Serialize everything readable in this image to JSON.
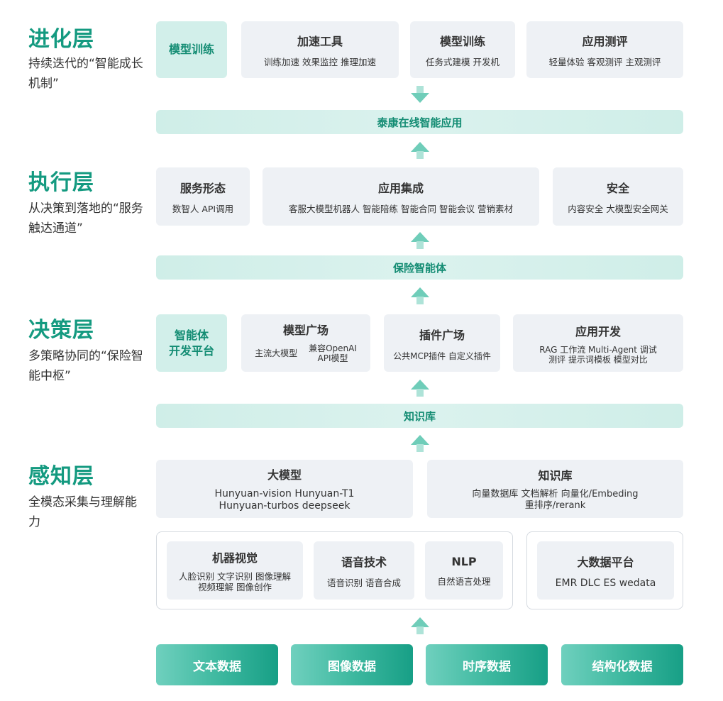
{
  "layers": {
    "evolution": {
      "title": "进化层",
      "desc": "持续迭代的“智能成长机制”"
    },
    "execution": {
      "title": "执行层",
      "desc": "从决策到落地的“服务触达通道”"
    },
    "decision": {
      "title": "决策层",
      "desc": "多策略协同的“保险智能中枢”"
    },
    "perception": {
      "title": "感知层",
      "desc": "全模态采集与理解能力"
    }
  },
  "evolution_row": {
    "accent": "模型训练",
    "cards": [
      {
        "title": "加速工具",
        "sub": "训练加速  效果监控  推理加速"
      },
      {
        "title": "模型训练",
        "sub": "任务式建模  开发机"
      },
      {
        "title": "应用测评",
        "sub": "轻量体验  客观测评  主观测评"
      }
    ]
  },
  "band_app": "泰康在线智能应用",
  "execution_row": {
    "cards": [
      {
        "title": "服务形态",
        "sub": "数智人  API调用"
      },
      {
        "title": "应用集成",
        "sub": "客服大模型机器人  智能陪练  智能合同  智能会议  营销素材"
      },
      {
        "title": "安全",
        "sub": "内容安全  大模型安全网关"
      }
    ]
  },
  "band_agent": "保险智能体",
  "decision_row": {
    "accent_line1": "智能体",
    "accent_line2": "开发平台",
    "model_square": {
      "title": "模型广场",
      "item1": "主流大模型",
      "item2_line1": "兼容OpenAI",
      "item2_line2": "API模型"
    },
    "plugin_square": {
      "title": "插件广场",
      "sub": "公共MCP插件  自定义插件"
    },
    "app_dev": {
      "title": "应用开发",
      "line1": "RAG  工作流  Multi-Agent  调试",
      "line2": "测评  提示词模板  模型对比"
    }
  },
  "band_kb": "知识库",
  "perception_row": {
    "llm": {
      "title": "大模型",
      "line1": "Hunyuan-vision  Hunyuan-T1",
      "line2": "Hunyuan-turbos  deepseek"
    },
    "kb": {
      "title": "知识库",
      "line1": "向量数据库  文档解析  向量化/Embeding",
      "line2": "重排序/rerank"
    }
  },
  "capabilities": {
    "vision": {
      "title": "机器视觉",
      "line1": "人脸识别  文字识别  图像理解",
      "line2": "视频理解  图像创作"
    },
    "speech": {
      "title": "语音技术",
      "sub": "语音识别  语音合成"
    },
    "nlp": {
      "title": "NLP",
      "sub": "自然语言处理"
    },
    "bigdata": {
      "title": "大数据平台",
      "sub": "EMR  DLC  ES  wedata"
    }
  },
  "data_sources": [
    "文本数据",
    "图像数据",
    "时序数据",
    "结构化数据"
  ],
  "colors": {
    "brand_green": "#149a80",
    "accent_bg": "#d2efea",
    "card_bg": "#eef1f5",
    "source_gradient_dark": "#179f86",
    "source_gradient_light": "#6fd0be"
  },
  "icons": {
    "flow_arrow": "arrow-up-icon / arrow-down-icon"
  }
}
